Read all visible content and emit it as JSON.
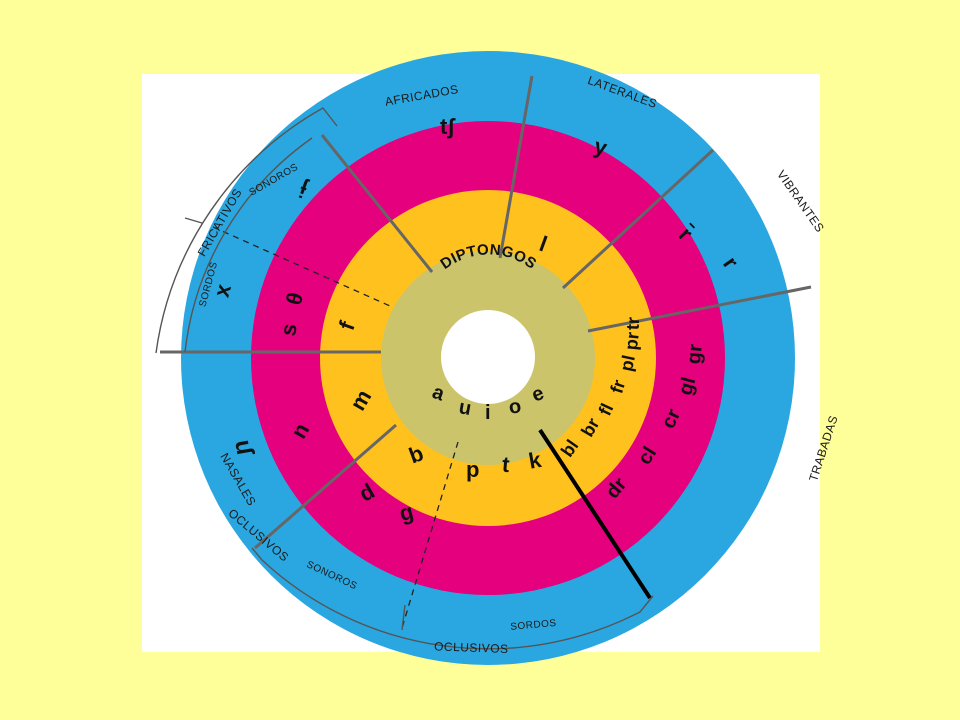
{
  "colors": {
    "background": "#ffff99",
    "outer_ring": "#2aa7e0",
    "second_ring": "#e5007d",
    "third_ring": "#ffc11e",
    "inner_ring": "#cbc46a",
    "center": "#ffffff",
    "divider": "#666666",
    "bracket": "#555555",
    "thick_line": "#000000"
  },
  "center_ring": {
    "title": "DIPTONGOS",
    "vowels": [
      "a",
      "u",
      "i",
      "o",
      "e"
    ]
  },
  "category_labels": {
    "africados": "AFRICADOS",
    "laterales": "LATERALES",
    "vibrantes": "VIBRANTES",
    "trabadas": "TRABADAS",
    "fricativos": "FRICATIVOS",
    "nasales": "NASALES",
    "oclusivos_left": "OCLUSIVOS",
    "oclusivos_bottom": "OCLUSIVOS",
    "sonoros_top": "SONOROS",
    "sordos_left": "SORDOS",
    "sonoros_bottom": "SONOROS",
    "sordos_bottom": "SORDOS"
  },
  "sounds": {
    "africado": "tʃ",
    "lateral_outer": "ʎ",
    "lateral_inner": "l",
    "vibrante_1": "r̄",
    "vibrante_2": "r",
    "fricativo_sonoro": "ɉ",
    "fricativo_x": "x",
    "fricativo_s": "s",
    "fricativo_theta": "θ",
    "fricativo_f": "f",
    "nasal_outer": "ɲ",
    "nasal_n": "n",
    "nasal_m": "m",
    "oclusivo_d": "d",
    "oclusivo_g": "g",
    "oclusivo_b": "b",
    "oclusivo_p": "p",
    "oclusivo_t": "t",
    "oclusivo_k": "k"
  },
  "trabadas_inner": [
    "bl",
    "br",
    "fl",
    "fr",
    "pl",
    "pr",
    "tr"
  ],
  "trabadas_outer": [
    "dr",
    "cl",
    "cr",
    "gl",
    "gr"
  ]
}
